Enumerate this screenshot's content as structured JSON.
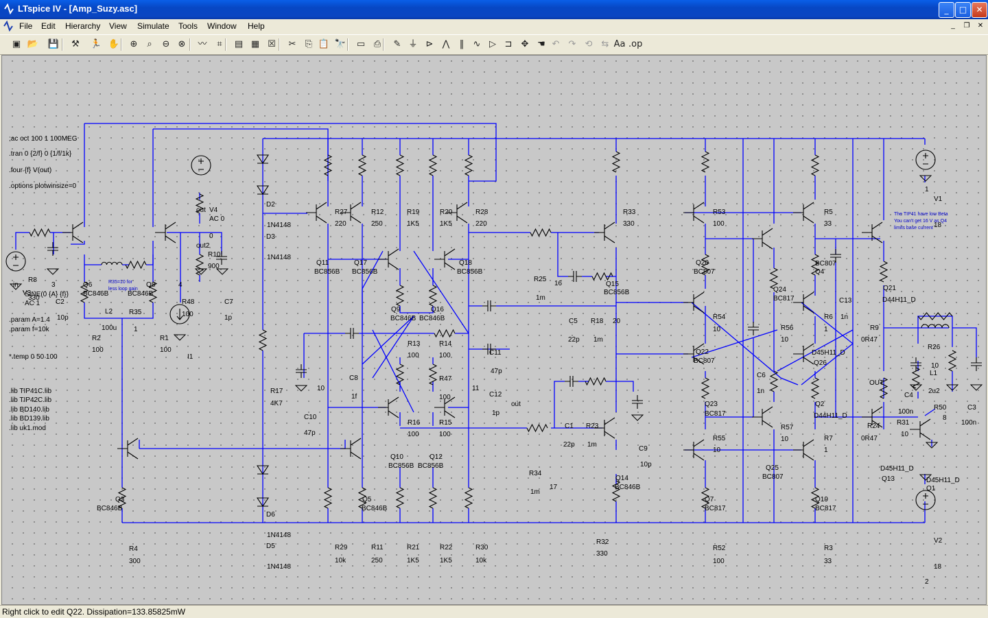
{
  "window": {
    "title": "LTspice IV - [Amp_Suzy.asc]",
    "min": "_",
    "max": "□",
    "close": "✕"
  },
  "menu": {
    "items": [
      "File",
      "Edit",
      "Hierarchy",
      "View",
      "Simulate",
      "Tools",
      "Window",
      "Help"
    ]
  },
  "toolbar": {
    "icons": [
      "new-schematic-icon",
      "open-icon",
      "save-icon",
      "control-panel-icon",
      "run-icon",
      "halt-icon",
      "zoom-in-icon",
      "zoom-pan-icon",
      "zoom-out-icon",
      "zoom-cancel-icon",
      "waveform-icon",
      "autorange-icon",
      "tile-icon",
      "cascade-icon",
      "close-window-icon",
      "cut-icon",
      "copy-icon",
      "paste-icon",
      "find-icon",
      "print-setup-icon",
      "print-icon",
      "wire-icon",
      "ground-icon",
      "label-icon",
      "resistor-icon",
      "capacitor-icon",
      "inductor-icon",
      "diode-icon",
      "component-icon",
      "move-icon",
      "drag-icon",
      "undo-icon",
      "redo-icon",
      "rotate-icon",
      "mirror-icon",
      "text-icon",
      "spice-directive-icon"
    ]
  },
  "schematic": {
    "directives": [
      ";ac oct 100 1 100MEG",
      ".tran 0 {2/f} 0 {1/f/1k}",
      ".four {f} V(out)",
      ".options plotwinsize=0",
      ".param A=1.4",
      ".param f=10k",
      "*.temp 0 50 100",
      ".lib TIP41C.lib",
      ".lib TIP42C.lib",
      ".lib BD140.lib",
      ".lib BD139.lib",
      ".lib uk1.mod"
    ],
    "source_v3": [
      "V3",
      "SINE(0 {A} {f})",
      "AC 1"
    ],
    "notes": [
      "R35=10 for",
      "less loop gain",
      "The TIP41 have low Beta",
      "You can't get 16 V as Q4",
      "limits base current"
    ],
    "labels": [
      [
        "R8",
        38,
        330
      ],
      [
        "330",
        38,
        356
      ],
      [
        "in",
        16,
        337
      ],
      [
        "3",
        72,
        337
      ],
      [
        "C2",
        78,
        362
      ],
      [
        "10p",
        80,
        385
      ],
      [
        "Q6",
        118,
        337
      ],
      [
        "BC846B",
        118,
        350
      ],
      [
        "Q8",
        210,
        337
      ],
      [
        "BC846B",
        183,
        350
      ],
      [
        "4",
        257,
        337
      ],
      [
        "L2",
        150,
        376
      ],
      [
        "100u",
        145,
        400
      ],
      [
        "R35",
        185,
        377
      ],
      [
        "1",
        192,
        402
      ],
      [
        "R2",
        131,
        415
      ],
      [
        "100",
        131,
        432
      ],
      [
        "R1",
        230,
        415
      ],
      [
        "100",
        230,
        432
      ],
      [
        "R48",
        262,
        362
      ],
      [
        "100",
        262,
        380
      ],
      [
        "C7",
        324,
        362
      ],
      [
        "1p",
        324,
        385
      ],
      [
        "I1",
        270,
        442
      ],
      [
        "out",
        283,
        228
      ],
      [
        "out2",
        283,
        280
      ],
      [
        "V4",
        302,
        228
      ],
      [
        "AC 0",
        302,
        241
      ],
      [
        "0",
        302,
        266
      ],
      [
        "R10",
        300,
        293
      ],
      [
        "900",
        300,
        310
      ],
      [
        "D2",
        385,
        220
      ],
      [
        "1N4148",
        386,
        250
      ],
      [
        "D3",
        385,
        267
      ],
      [
        "1N4148",
        386,
        297
      ],
      [
        "R17",
        391,
        492
      ],
      [
        "4K7",
        391,
        510
      ],
      [
        "C10",
        440,
        530
      ],
      [
        "47p",
        440,
        553
      ],
      [
        "D6",
        385,
        672
      ],
      [
        "1N4148",
        386,
        702
      ],
      [
        "D5",
        385,
        718
      ],
      [
        "1N4148",
        386,
        748
      ],
      [
        "Q3",
        165,
        650
      ],
      [
        "BC846B",
        138,
        663
      ],
      [
        "R4",
        185,
        722
      ],
      [
        "300",
        185,
        740
      ],
      [
        "R27",
        485,
        231
      ],
      [
        "220",
        485,
        248
      ],
      [
        "R12",
        538,
        231
      ],
      [
        "250",
        538,
        248
      ],
      [
        "R19",
        590,
        231
      ],
      [
        "1K5",
        590,
        248
      ],
      [
        "R20",
        638,
        231
      ],
      [
        "1K5",
        638,
        248
      ],
      [
        "R28",
        690,
        231
      ],
      [
        "220",
        690,
        248
      ],
      [
        "Q11",
        458,
        305
      ],
      [
        "BC856B",
        455,
        318
      ],
      [
        "Q17",
        513,
        305
      ],
      [
        "BC856B",
        510,
        318
      ],
      [
        "Q18",
        666,
        305
      ],
      [
        "BC856B",
        663,
        318
      ],
      [
        "Q9",
        567,
        373
      ],
      [
        "BC846B",
        566,
        386
      ],
      [
        "Q16",
        625,
        373
      ],
      [
        "BC846B",
        608,
        386
      ],
      [
        "R13",
        591,
        423
      ],
      [
        "100",
        591,
        440
      ],
      [
        "R14",
        637,
        423
      ],
      [
        "100",
        637,
        440
      ],
      [
        "C8",
        506,
        473
      ],
      [
        "1f",
        509,
        500
      ],
      [
        "10",
        459,
        488
      ],
      [
        "R47",
        637,
        474
      ],
      [
        "100",
        637,
        501
      ],
      [
        "11",
        685,
        488
      ],
      [
        "R16",
        591,
        538
      ],
      [
        "100",
        591,
        555
      ],
      [
        "R15",
        637,
        538
      ],
      [
        "100",
        637,
        555
      ],
      [
        "Q10",
        566,
        588
      ],
      [
        "BC856B",
        563,
        601
      ],
      [
        "Q12",
        623,
        588
      ],
      [
        "BC856B",
        606,
        601
      ],
      [
        "Q5",
        525,
        650
      ],
      [
        "BC846B",
        524,
        663
      ],
      [
        "R29",
        485,
        720
      ],
      [
        "10k",
        485,
        739
      ],
      [
        "R11",
        538,
        720
      ],
      [
        "250",
        538,
        739
      ],
      [
        "R21",
        590,
        720
      ],
      [
        "1K5",
        590,
        739
      ],
      [
        "R22",
        638,
        720
      ],
      [
        "1K5",
        638,
        739
      ],
      [
        "R30",
        690,
        720
      ],
      [
        "10k",
        690,
        739
      ],
      [
        "C11",
        710,
        436
      ],
      [
        "47p",
        712,
        463
      ],
      [
        "C12",
        710,
        497
      ],
      [
        "1p",
        714,
        524
      ],
      [
        "out",
        742,
        511
      ],
      [
        "R25",
        775,
        329
      ],
      [
        "1m",
        778,
        356
      ],
      [
        "16",
        805,
        335
      ],
      [
        "C5",
        826,
        390
      ],
      [
        "22p",
        825,
        417
      ],
      [
        "R18",
        858,
        390
      ],
      [
        "1m",
        862,
        417
      ],
      [
        "20",
        890,
        390
      ],
      [
        "Q15",
        880,
        336
      ],
      [
        "BC856B",
        877,
        348
      ],
      [
        "R33",
        905,
        231
      ],
      [
        "330",
        905,
        248
      ],
      [
        "C1",
        820,
        543
      ],
      [
        "22p",
        818,
        570
      ],
      [
        "R23",
        851,
        543
      ],
      [
        "1m",
        853,
        570
      ],
      [
        "C9",
        928,
        576
      ],
      [
        "10p",
        930,
        599
      ],
      [
        "R34",
        768,
        612
      ],
      [
        "1m",
        770,
        639
      ],
      [
        "17",
        798,
        632
      ],
      [
        "Q14",
        894,
        619
      ],
      [
        "BC846B",
        893,
        632
      ],
      [
        "R32",
        866,
        712
      ],
      [
        "330",
        866,
        729
      ],
      [
        "R53",
        1036,
        231
      ],
      [
        "100",
        1036,
        248
      ],
      [
        "Q20",
        1011,
        305
      ],
      [
        "BC807",
        1008,
        318
      ],
      [
        "R54",
        1036,
        384
      ],
      [
        "10",
        1036,
        402
      ],
      [
        "Q22",
        1011,
        435
      ],
      [
        "BC807",
        1008,
        448
      ],
      [
        "Q23",
        1024,
        511
      ],
      [
        "BC817",
        1024,
        525
      ],
      [
        "R55",
        1036,
        561
      ],
      [
        "10",
        1036,
        578
      ],
      [
        "Q7",
        1024,
        650
      ],
      [
        "BC817",
        1024,
        663
      ],
      [
        "R52",
        1036,
        721
      ],
      [
        "100",
        1036,
        740
      ],
      [
        "C6",
        1100,
        469
      ],
      [
        "1n",
        1100,
        492
      ],
      [
        "Q24",
        1124,
        344
      ],
      [
        "BC817",
        1124,
        357
      ],
      [
        "R56",
        1135,
        400
      ],
      [
        "10",
        1135,
        417
      ],
      [
        "R57",
        1135,
        545
      ],
      [
        "10",
        1135,
        562
      ],
      [
        "Q25",
        1113,
        604
      ],
      [
        "BC807",
        1108,
        617
      ],
      [
        "R5",
        1198,
        231
      ],
      [
        "33",
        1198,
        248
      ],
      [
        "BC807",
        1185,
        306
      ],
      [
        "Q4",
        1185,
        318
      ],
      [
        "C13",
        1220,
        360
      ],
      [
        "1n",
        1222,
        384
      ],
      [
        "R6",
        1198,
        384
      ],
      [
        "1",
        1198,
        402
      ],
      [
        "D45H11_D",
        1180,
        436
      ],
      [
        "Q26",
        1183,
        451
      ],
      [
        "Q2",
        1185,
        511
      ],
      [
        "D44H11_D",
        1183,
        528
      ],
      [
        "R7",
        1198,
        561
      ],
      [
        "1",
        1198,
        578
      ],
      [
        "Q19",
        1185,
        650
      ],
      [
        "BC817",
        1185,
        663
      ],
      [
        "R3",
        1198,
        721
      ],
      [
        "33",
        1198,
        740
      ],
      [
        "Q21",
        1284,
        342
      ],
      [
        "D44H11_D",
        1283,
        359
      ],
      [
        "R9",
        1265,
        400
      ],
      [
        "0R47",
        1252,
        417
      ],
      [
        "OUT",
        1264,
        480
      ],
      [
        "R24",
        1261,
        543
      ],
      [
        "0R47",
        1252,
        561
      ],
      [
        "D45H11_D",
        1280,
        605
      ],
      [
        "Q13",
        1282,
        620
      ],
      [
        "D45H11_D",
        1347,
        622
      ],
      [
        "Q1",
        1347,
        634
      ],
      [
        "R26",
        1349,
        428
      ],
      [
        "10",
        1354,
        455
      ],
      [
        "L1",
        1352,
        466
      ],
      [
        "2u2",
        1350,
        492
      ],
      [
        "C4",
        1315,
        498
      ],
      [
        "100n",
        1306,
        522
      ],
      [
        "R31",
        1304,
        538
      ],
      [
        "10",
        1310,
        555
      ],
      [
        "R50",
        1358,
        516
      ],
      [
        "8",
        1371,
        531
      ],
      [
        "C3",
        1407,
        516
      ],
      [
        "100n",
        1398,
        538
      ],
      [
        "1",
        1345,
        198
      ],
      [
        "V1",
        1358,
        212
      ],
      [
        "18",
        1358,
        250
      ],
      [
        "V2",
        1358,
        710
      ],
      [
        "18",
        1358,
        748
      ],
      [
        "2",
        1345,
        770
      ]
    ]
  },
  "status": {
    "text": "Right click to edit Q22.   Dissipation=133.85825mW"
  }
}
